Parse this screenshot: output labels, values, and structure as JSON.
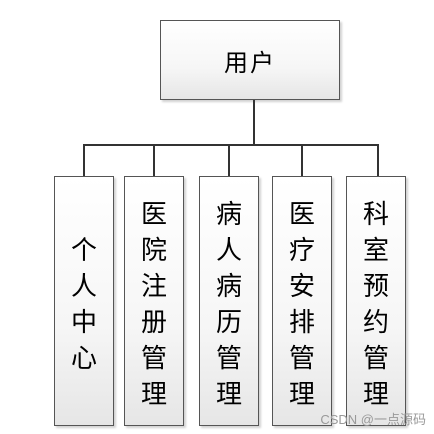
{
  "diagram": {
    "root": {
      "label": "用户"
    },
    "children": [
      {
        "label": "个人中心"
      },
      {
        "label": "医院注册管理"
      },
      {
        "label": "病人病历管理"
      },
      {
        "label": "医疗安排管理"
      },
      {
        "label": "科室预约管理"
      }
    ]
  },
  "watermark": "CSDN @一点源码"
}
